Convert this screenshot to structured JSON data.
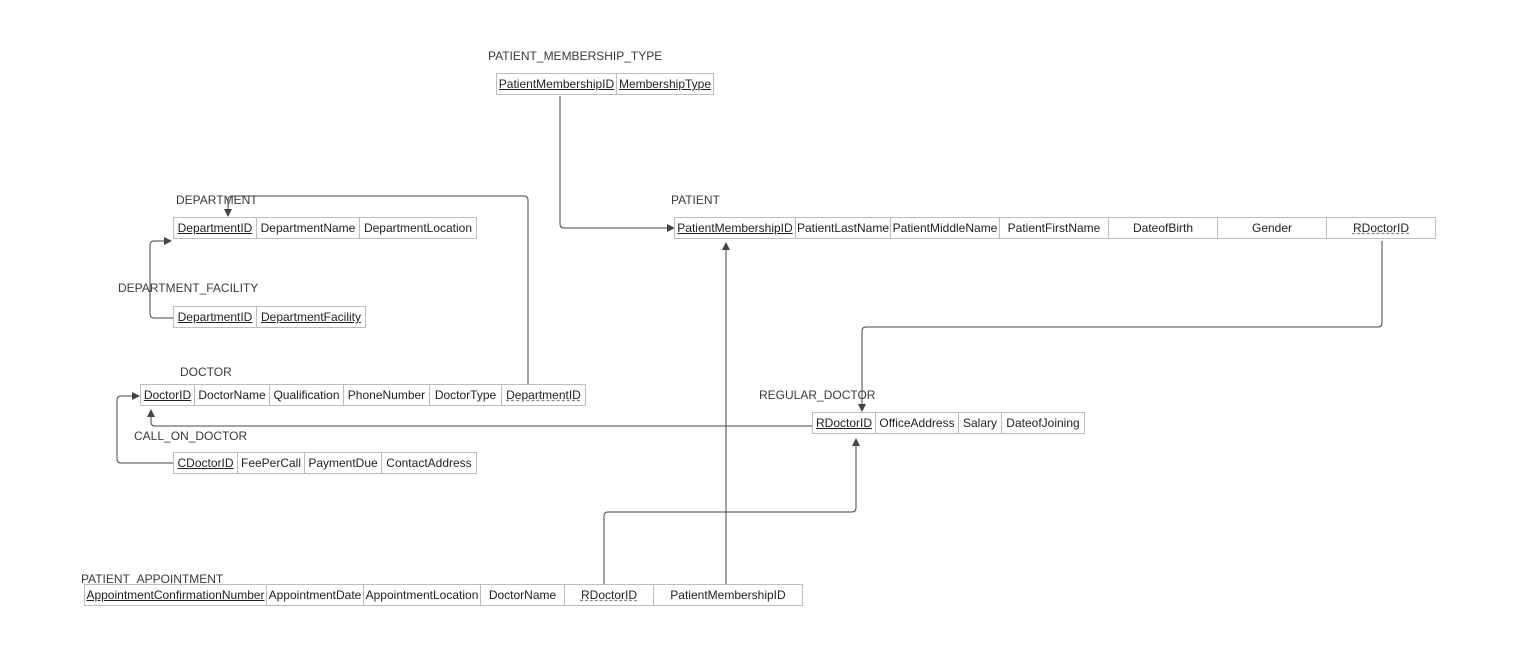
{
  "tables": {
    "patient_membership_type": {
      "name": "PATIENT_MEMBERSHIP_TYPE",
      "columns": [
        "PatientMembershipID",
        "MembershipType"
      ]
    },
    "department": {
      "name": "DEPARTMENT",
      "columns": [
        "DepartmentID",
        "DepartmentName",
        "DepartmentLocation"
      ]
    },
    "department_facility": {
      "name": "DEPARTMENT_FACILITY",
      "columns": [
        "DepartmentID",
        "DepartmentFacility"
      ]
    },
    "doctor": {
      "name": "DOCTOR",
      "columns": [
        "DoctorID",
        "DoctorName",
        "Qualification",
        "PhoneNumber",
        "DoctorType",
        "DepartmentID"
      ]
    },
    "call_on_doctor": {
      "name": "CALL_ON_DOCTOR",
      "columns": [
        "CDoctorID",
        "FeePerCall",
        "PaymentDue",
        "ContactAddress"
      ]
    },
    "patient": {
      "name": "PATIENT",
      "columns": [
        "PatientMembershipID",
        "PatientLastName",
        "PatientMiddleName",
        "PatientFirstName",
        "DateofBirth",
        "Gender",
        "RDoctorID"
      ]
    },
    "regular_doctor": {
      "name": "REGULAR_DOCTOR",
      "columns": [
        "RDoctorID",
        "OfficeAddress",
        "Salary",
        "DateofJoining"
      ]
    },
    "patient_appointment": {
      "name": "PATIENT_APPOINTMENT",
      "columns": [
        "AppointmentConfirmationNumber",
        "AppointmentDate",
        "AppointmentLocation",
        "DoctorName",
        "RDoctorID",
        "PatientMembershipID"
      ]
    }
  },
  "colors": {
    "line": "#444444",
    "border": "#bdbdbd",
    "text": "#222222"
  }
}
